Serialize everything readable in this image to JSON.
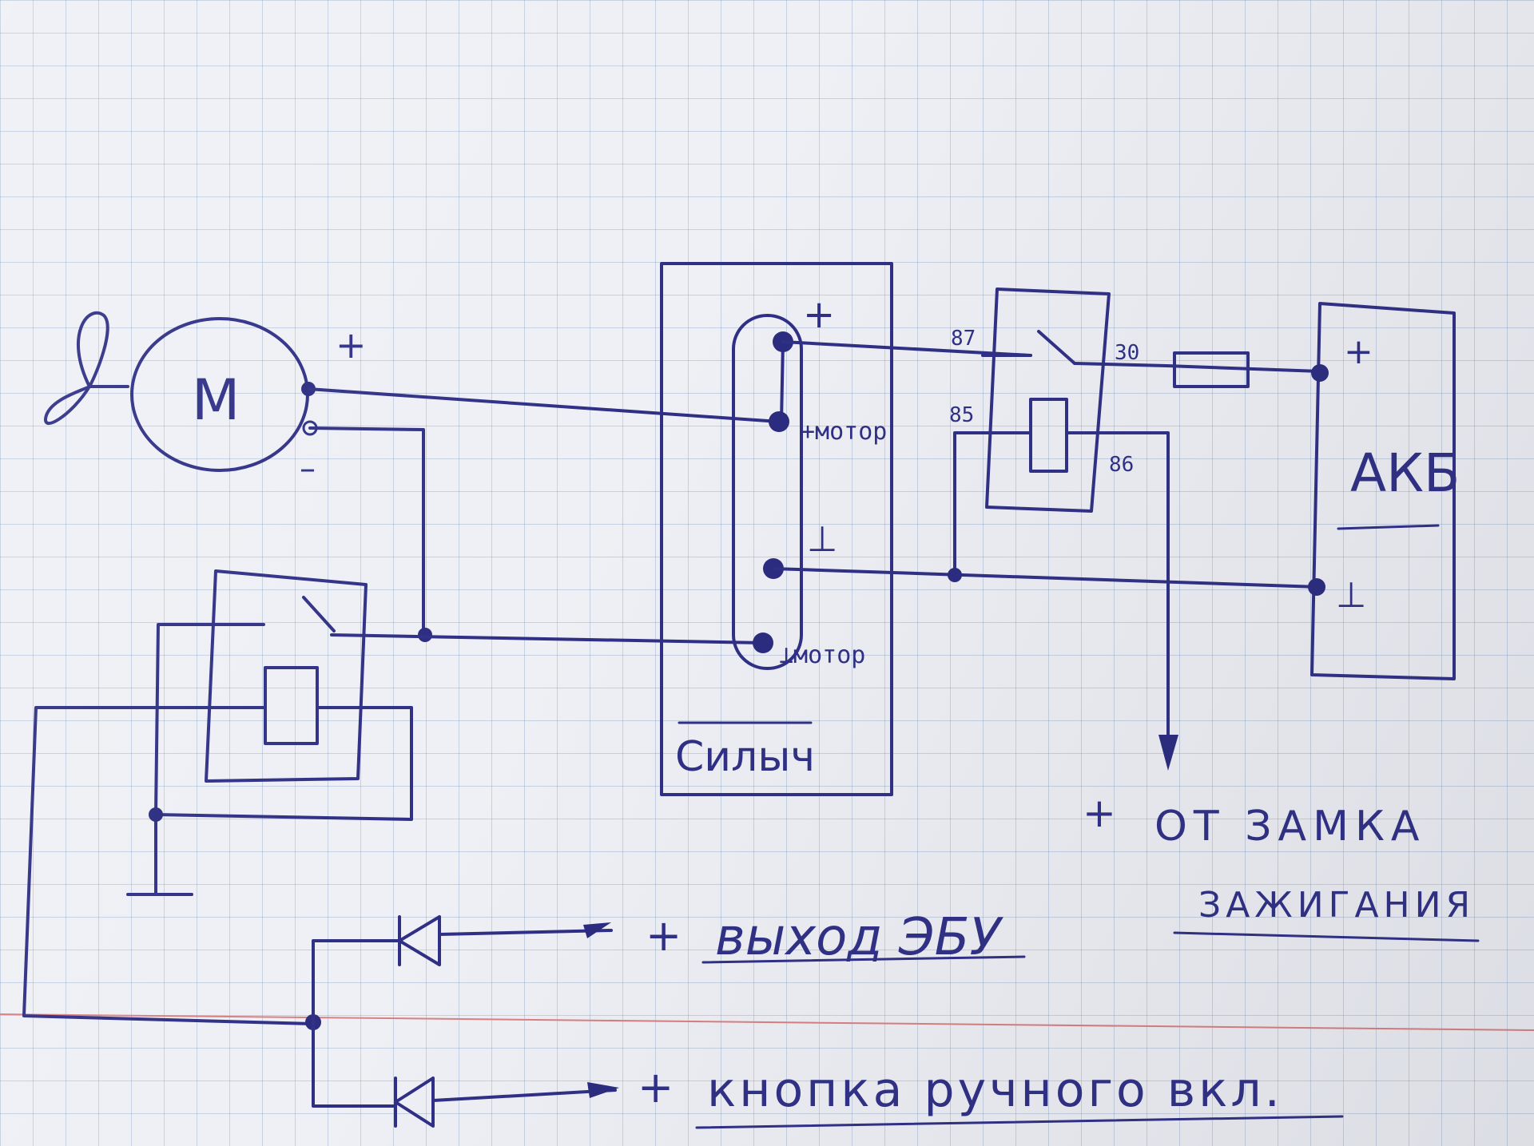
{
  "motor": {
    "letter": "M",
    "plus": "+",
    "minus": "–"
  },
  "controller": {
    "name": "Силыч",
    "pin_plus": "+",
    "pin_motor_plus": "+мотор",
    "pin_ground": "⊥",
    "pin_motor_ground": "⊥мотор"
  },
  "relay_top": {
    "pin_87": "87",
    "pin_85": "85",
    "pin_30": "30",
    "pin_86": "86"
  },
  "battery": {
    "name": "АКБ",
    "plus": "+",
    "ground": "⊥"
  },
  "labels": {
    "ignition_plus": "+",
    "ignition_line1": "ОТ ЗАМКА",
    "ignition_line2": "ЗАЖИГАНИЯ",
    "ecu_plus": "+",
    "ecu_output": "выход ЭБУ",
    "button_plus": "+",
    "manual_button": "кнопка ручного вкл."
  },
  "colors": {
    "ink": "#2f2f86",
    "paper": "#eef0f5",
    "margin_line": "#d98080"
  }
}
